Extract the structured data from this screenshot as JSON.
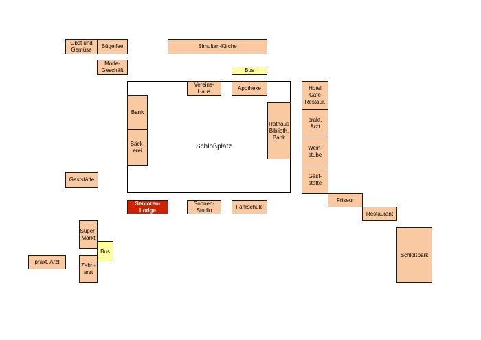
{
  "colors": {
    "building_fill": "#f9c9a2",
    "bus_fill": "#ffffa0",
    "highlight_fill": "#cc2200",
    "outline": "#1a1a1a"
  },
  "plaza": {
    "label": "Schloßplatz"
  },
  "buildings": {
    "obst": "Obst und\nGemüse",
    "buegelfee": "Bügelfee",
    "simultan": "Simultan-Kirche",
    "mode": "Mode-\nGeschäft",
    "bus_top": "Bus",
    "vereins": "Vereins-\nHaus",
    "apotheke": "Apotheke",
    "hotel": "Hotel\nCafé\nRestaur.",
    "bank_left": "Bank",
    "prakt_arzt_right": "prakt.\nArzt",
    "rathaus": "Rathaus\nBiblioth.\nBank",
    "baeckerei": "Bäck-\nerei",
    "weinstube": "Wein-\nstube",
    "gaststaette_left": "Gaststätte",
    "gaststaette_right": "Gast-\nstätte",
    "friseur": "Friseur",
    "senioren": "Senioren-\nLodge",
    "sonnen": "Sonnen-\nStudio",
    "fahrschule": "Fahrschule",
    "restaurant": "Restaurant",
    "supermarkt": "Super-\nMarkt",
    "bus_bottom": "Bus",
    "prakt_arzt_left": "prakt. Arzt",
    "zahnarzt": "Zahn-\narzt",
    "schlosspark": "Schloßpark"
  }
}
